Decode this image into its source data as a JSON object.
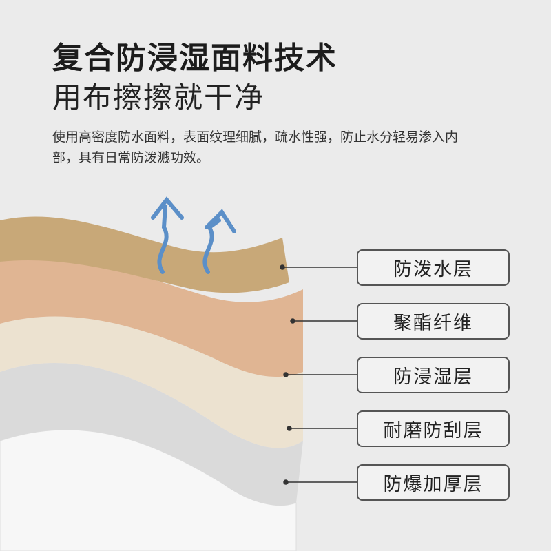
{
  "title": "复合防浸湿面料技术",
  "subtitle": "用布擦擦就干净",
  "description": "使用高密度防水面料，表面纹理细腻，疏水性强，防止水分轻易渗入内部，具有日常防泼溅功效。",
  "layers": [
    {
      "label": "防泼水层",
      "color": "#c8a878"
    },
    {
      "label": "聚酯纤维",
      "color": "#e0b593"
    },
    {
      "label": "防浸湿层",
      "color": "#ece2d0"
    },
    {
      "label": "耐磨防刮层",
      "color": "#dcdcdc"
    },
    {
      "label": "防爆加厚层",
      "color": "#f7f7f7"
    }
  ]
}
